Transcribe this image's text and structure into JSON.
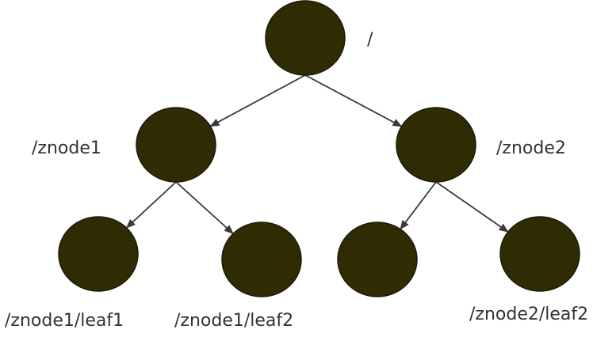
{
  "diagram": {
    "node_fill": "#2f2c04",
    "edge_color": "#3a3a3a",
    "label_color": "#333333",
    "nodes": [
      {
        "id": "root",
        "label": "/"
      },
      {
        "id": "znode1",
        "label": "/znode1"
      },
      {
        "id": "znode2",
        "label": "/znode2"
      },
      {
        "id": "z1l1",
        "label": "/znode1/leaf1"
      },
      {
        "id": "z1l2",
        "label": "/znode1/leaf2"
      },
      {
        "id": "z2l1",
        "label": ""
      },
      {
        "id": "z2l2",
        "label": "/znode2/leaf2"
      }
    ],
    "edges": [
      {
        "from": "root",
        "to": "znode1"
      },
      {
        "from": "root",
        "to": "znode2"
      },
      {
        "from": "znode1",
        "to": "z1l1"
      },
      {
        "from": "znode1",
        "to": "z1l2"
      },
      {
        "from": "znode2",
        "to": "z2l1"
      },
      {
        "from": "znode2",
        "to": "z2l2"
      }
    ]
  }
}
